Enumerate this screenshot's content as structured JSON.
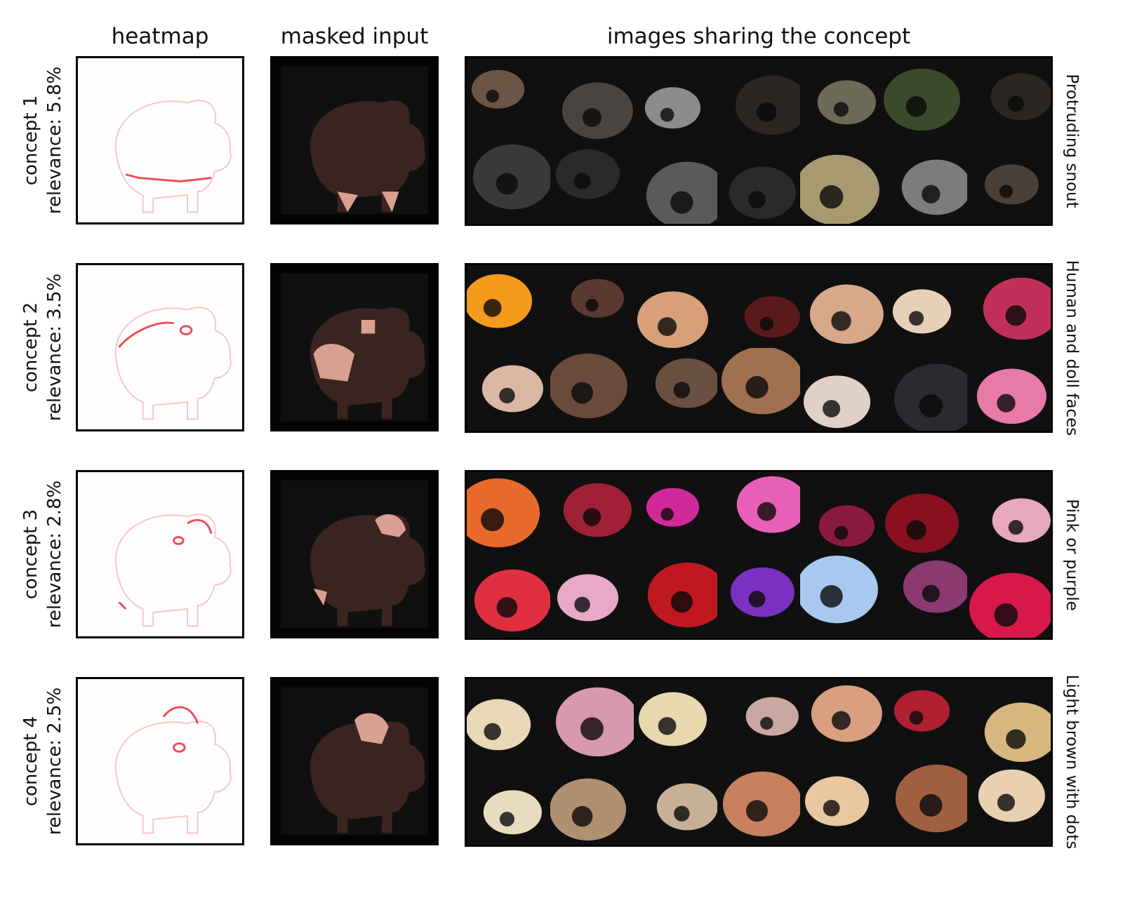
{
  "columns": {
    "heatmap": "heatmap",
    "masked_input": "masked input",
    "reference": "images sharing the concept"
  },
  "concepts": [
    {
      "id": "concept 1",
      "relevance": "relevance: 5.8%",
      "name": "Protruding snout",
      "heat_color": "#e8202a",
      "tiles": [
        "#6b5544",
        "#4a4440",
        "#8c8c8c",
        "#2a2423",
        "#6e6a58",
        "#3b4a2a",
        "#2a2622",
        "#3a3a38",
        "#2a2a2a",
        "#5a5a5a",
        "#2c2a28",
        "#a89a70",
        "#7c7c7c",
        "#4a4038"
      ]
    },
    {
      "id": "concept 2",
      "relevance": "relevance: 3.5%",
      "name": "Human and doll faces",
      "heat_color": "#e8202a",
      "tiles": [
        "#f49a1c",
        "#5a3a30",
        "#d8a07a",
        "#5a1a1c",
        "#d9a888",
        "#e8d0b8",
        "#c0305a",
        "#dab8a4",
        "#6a4a3a",
        "#6a5040",
        "#a07050",
        "#e0d0c8",
        "#2a2a30",
        "#e87aa8"
      ]
    },
    {
      "id": "concept 3",
      "relevance": "relevance: 2.8%",
      "name": "Pink or purple",
      "heat_color": "#e8202a",
      "tiles": [
        "#e86a2a",
        "#a02038",
        "#d02a9a",
        "#e860b8",
        "#8a1a40",
        "#8a1020",
        "#e8a8c0",
        "#e03040",
        "#e8a8c8",
        "#c01820",
        "#7a30c0",
        "#a8c8f0",
        "#8a3a70",
        "#d8184a"
      ]
    },
    {
      "id": "concept 4",
      "relevance": "relevance: 2.5%",
      "name": "Light brown with dots",
      "heat_color": "#e8202a",
      "tiles": [
        "#e8d8b8",
        "#d898b0",
        "#e8d8b0",
        "#c8a8a0",
        "#d8a080",
        "#b02030",
        "#d8b880",
        "#e8dcc0",
        "#b09070",
        "#c8b098",
        "#c88060",
        "#e8c8a0",
        "#a06040",
        "#e8d0b0"
      ]
    }
  ]
}
